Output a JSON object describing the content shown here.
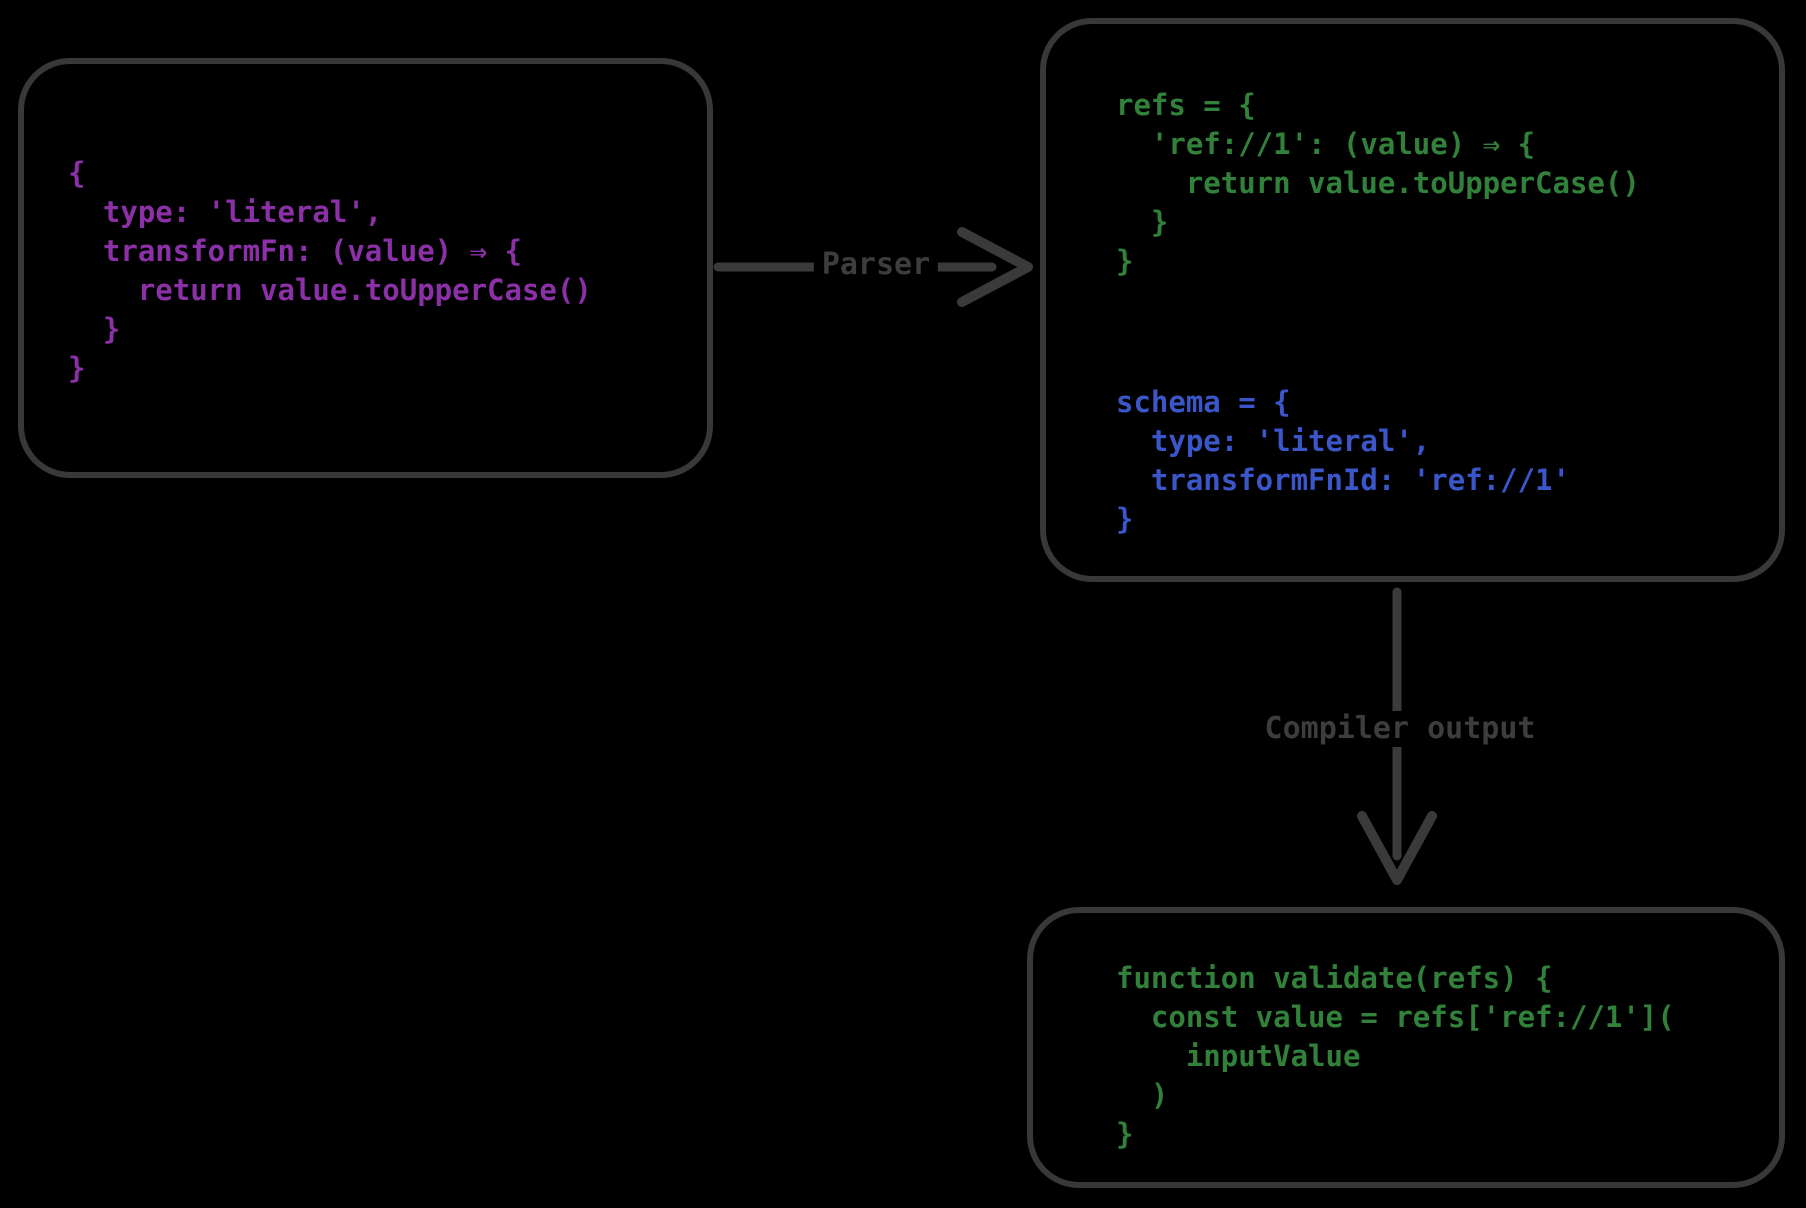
{
  "palette": {
    "background": "#000000",
    "border": "#383838",
    "arrow": "#3a3a3a",
    "label": "#3d3d3d",
    "purple": "#8b30a7",
    "green": "#31813b",
    "blue": "#3a56c8"
  },
  "nodes": {
    "source_schema": {
      "lines": [
        {
          "text": "{",
          "color": "purple"
        },
        {
          "text": "  type: 'literal',",
          "color": "purple"
        },
        {
          "text": "  transformFn: (value) ⇒ {",
          "color": "purple"
        },
        {
          "text": "    return value.toUpperCase()",
          "color": "purple"
        },
        {
          "text": "  }",
          "color": "purple"
        },
        {
          "text": "}",
          "color": "purple"
        }
      ]
    },
    "parser_output": {
      "refs_lines": [
        {
          "text": "refs = {",
          "color": "green"
        },
        {
          "text": "  'ref://1': (value) ⇒ {",
          "color": "green"
        },
        {
          "text": "    return value.toUpperCase()",
          "color": "green"
        },
        {
          "text": "  }",
          "color": "green"
        },
        {
          "text": "}",
          "color": "green"
        }
      ],
      "schema_lines": [
        {
          "text": "schema = {",
          "color": "blue"
        },
        {
          "text": "  type: 'literal',",
          "color": "blue"
        },
        {
          "text": "  transformFnId: 'ref://1'",
          "color": "blue"
        },
        {
          "text": "}",
          "color": "blue"
        }
      ]
    },
    "compiled_code": {
      "lines": [
        {
          "text": "function validate(refs) {",
          "color": "green"
        },
        {
          "text": "  const value = refs['ref://1'](",
          "color": "green"
        },
        {
          "text": "    inputValue",
          "color": "green"
        },
        {
          "text": "  )",
          "color": "green"
        },
        {
          "text": "}",
          "color": "green"
        }
      ]
    }
  },
  "edges": {
    "parser": {
      "label": "Parser"
    },
    "compiler": {
      "label": "Compiler output"
    }
  }
}
